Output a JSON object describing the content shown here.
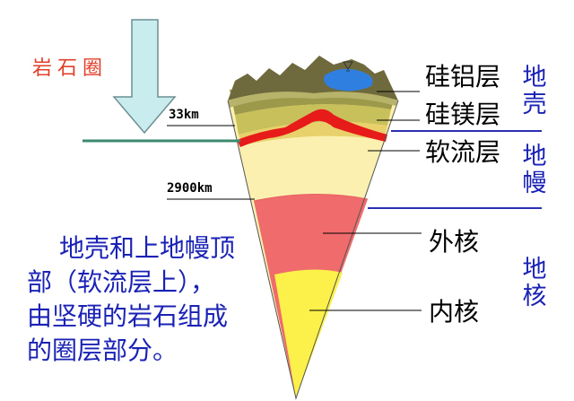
{
  "labels": {
    "lithosphere": "岩石圈",
    "depth_33": "33km",
    "depth_2900": "2900km",
    "layers": [
      "硅铝层",
      "硅镁层",
      "软流层",
      "外核",
      "内核"
    ],
    "spheres": [
      "地壳",
      "地幔",
      "地核"
    ]
  },
  "description": [
    "地壳和上地幔顶",
    "部（软流层上），",
    "由坚硬的岩石组成",
    "的圈层部分。"
  ],
  "colors": {
    "text_blue": "#1a22b5",
    "arrow_fill": "#c9ecee",
    "arrow_stroke": "#6b8f93",
    "lithosphere_line": "#3b8a6e",
    "boundary_line": "#2a2fb5",
    "inner_core": "#fbf14a",
    "outer_core": "#f06b6b",
    "mantle": "#fbf0b0",
    "red_band": "#e81b1b",
    "olive_band": "#c8c05a",
    "crust_top": "#6f6a3e",
    "lake": "#2f7fe0"
  }
}
